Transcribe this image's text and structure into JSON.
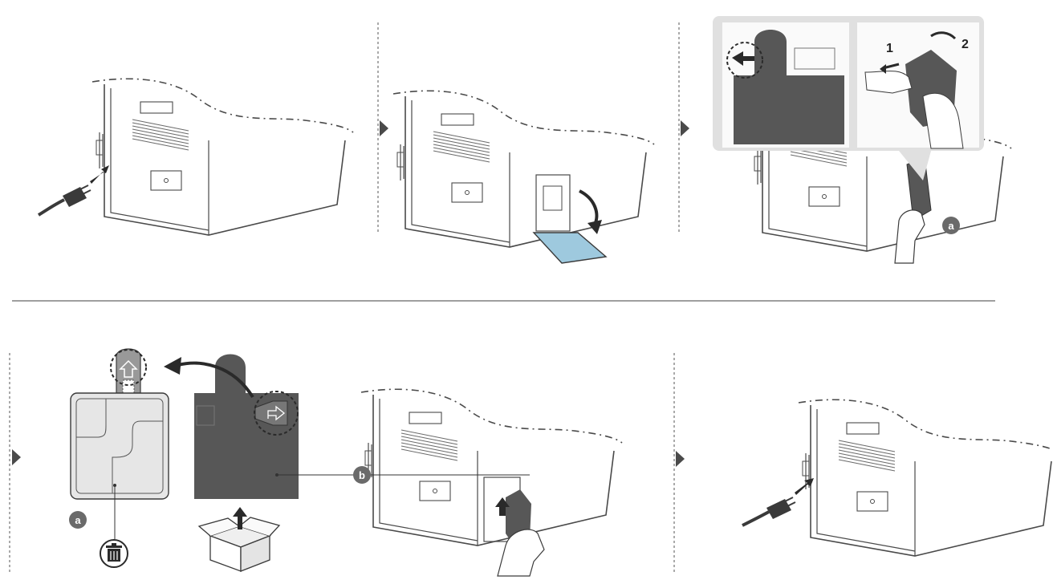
{
  "figure": {
    "callouts": {
      "a_top": "a",
      "a_bottom": "a",
      "b": "b",
      "step_1": "1",
      "step_2": "2"
    },
    "icons": {
      "separator": "dashed-divider",
      "arrow": "right-triangle-arrow",
      "trash": "trash-bin-icon",
      "box": "new-box-icon"
    },
    "colors": {
      "line": "#4a4a4a",
      "dark_part": "#575757",
      "light_part": "#e6e6e6",
      "callout": "#6a6a6a",
      "tray": "#9ec9de",
      "inset_bg": "#e0e0e0"
    }
  }
}
